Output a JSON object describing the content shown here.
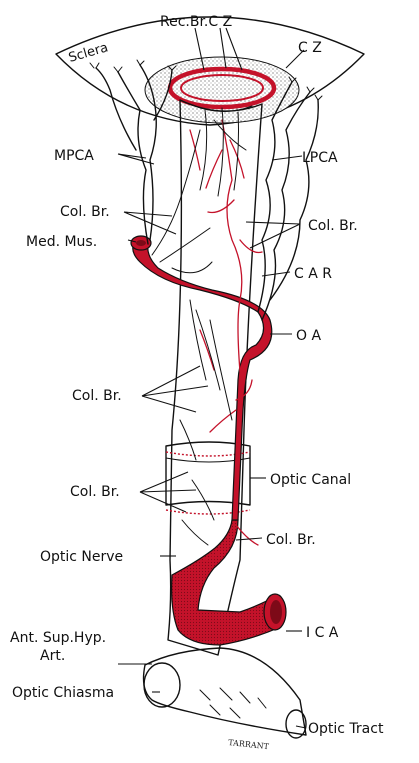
{
  "colors": {
    "artery_red": "#c4122a",
    "artery_dark": "#7d0a18",
    "ink": "#111111",
    "stipple": "#555555"
  },
  "labels": {
    "sclera": "Sclera",
    "rec_br_cz": "Rec.Br.C Z",
    "cz": "C Z",
    "mpca": "MPCA",
    "lpca": "LPCA",
    "col_br_upper_left": "Col. Br.",
    "col_br_upper_right": "Col. Br.",
    "med_mus": "Med. Mus.",
    "car": "C A R",
    "oa": "O A",
    "col_br_middle": "Col. Br.",
    "optic_canal": "Optic Canal",
    "col_br_lower": "Col. Br.",
    "col_br_lower_right": "Col. Br.",
    "optic_nerve": "Optic Nerve",
    "ica": "I C A",
    "ant_sup_hyp_line1": "Ant. Sup.Hyp.",
    "ant_sup_hyp_line2": "Art.",
    "optic_chiasma": "Optic Chiasma",
    "optic_tract": "Optic Tract",
    "signature": "TARRANT"
  }
}
